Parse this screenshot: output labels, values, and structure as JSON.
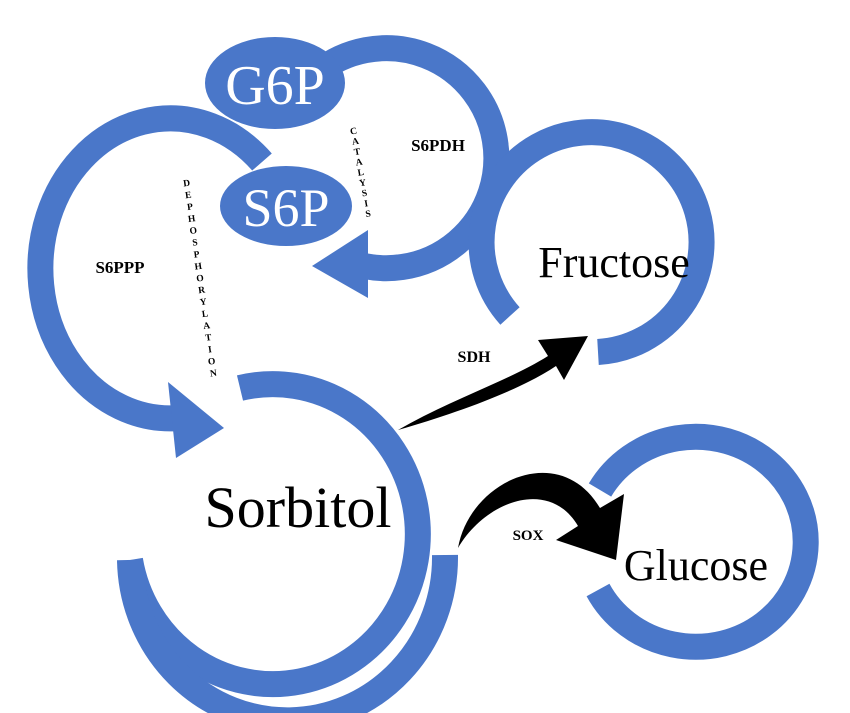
{
  "colors": {
    "ring_blue": "#4A77C9",
    "arrow_black": "#000000",
    "background": "#FFFFFF",
    "oval_text": "#FFFFFF"
  },
  "nodes": {
    "g6p": "G6P",
    "s6p": "S6P",
    "fructose": "Fructose",
    "sorbitol": "Sorbitol",
    "glucose": "Glucose"
  },
  "enzymes": {
    "s6pdh": "S6PDH",
    "s6ppp": "S6PPP",
    "sdh": "SDH",
    "sox": "SOX"
  },
  "process_labels": {
    "catalysis": "CATALYSIS",
    "dephosphorylation": "DEPHOSPHORYLATION"
  },
  "icons": {
    "sdh_arrow": "curved-arrow-icon",
    "sox_arrow": "curved-arrow-icon"
  }
}
